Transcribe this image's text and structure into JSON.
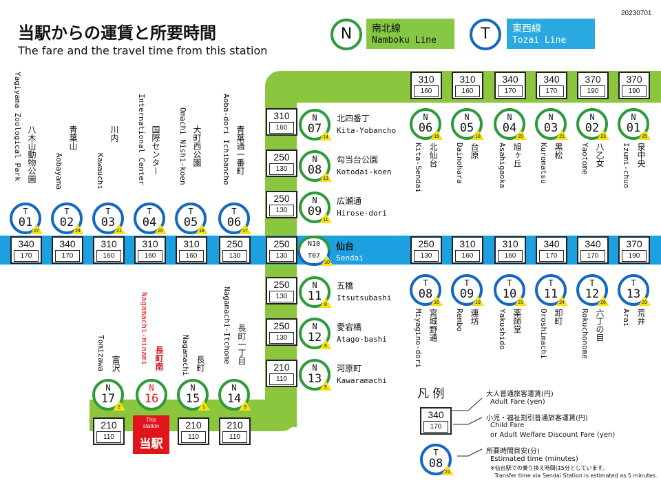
{
  "date": "20230701",
  "title_jp": "当駅からの運賃と所要時間",
  "title_en": "The fare and the travel time from this  station",
  "legend_lines": {
    "namboku": {
      "letter": "N",
      "jp": "南北線",
      "en": "Namboku Line",
      "color": "#86c845"
    },
    "tozai": {
      "letter": "T",
      "jp": "東西線",
      "en": "Tozai Line",
      "color": "#29a9e0"
    }
  },
  "colors": {
    "namboku_track": "#8cc63f",
    "namboku_ring": "#2e9a3a",
    "tozai_track": "#1ca0e0",
    "tozai_ring": "#1567c2",
    "triangle": "#f5e214",
    "current": "#e0141a"
  },
  "tozai_west": [
    {
      "code": "01",
      "jp": "八木山動物公園",
      "en": "Yagiyama Zoological Park",
      "min": "27",
      "adult": "340",
      "child": "170"
    },
    {
      "code": "02",
      "jp": "青葉山",
      "en": "Aobayama",
      "min": "24",
      "adult": "340",
      "child": "170"
    },
    {
      "code": "03",
      "jp": "川内",
      "en": "Kawauchi",
      "min": "21",
      "adult": "310",
      "child": "160"
    },
    {
      "code": "04",
      "jp": "国際センター",
      "en": "International Center",
      "min": "20",
      "adult": "310",
      "child": "160"
    },
    {
      "code": "05",
      "jp": "大町西公園",
      "en": "Omachi Nishi-koen",
      "min": "18",
      "adult": "310",
      "child": "160"
    },
    {
      "code": "06",
      "jp": "青葉通一番町",
      "en": "Aoba-dori Ichibancho",
      "min": "17",
      "adult": "250",
      "child": "130"
    }
  ],
  "tozai_east": [
    {
      "code": "08",
      "jp": "宮城野通",
      "en": "Miyagino-dori",
      "min": "16",
      "adult": "250",
      "child": "130"
    },
    {
      "code": "09",
      "jp": "連坊",
      "en": "Rembo",
      "min": "19",
      "adult": "310",
      "child": "160"
    },
    {
      "code": "10",
      "jp": "薬師堂",
      "en": "Yakushido",
      "min": "21",
      "adult": "310",
      "child": "160"
    },
    {
      "code": "11",
      "jp": "卸町",
      "en": "Oroshimachi",
      "min": "24",
      "adult": "340",
      "child": "170"
    },
    {
      "code": "12",
      "jp": "六丁の目",
      "en": "Rokuchonome",
      "min": "26",
      "adult": "340",
      "child": "170"
    },
    {
      "code": "13",
      "jp": "荒井",
      "en": "Arai",
      "min": "29",
      "adult": "370",
      "child": "190"
    }
  ],
  "namboku_north_top": [
    {
      "code": "06",
      "jp": "北仙台",
      "en": "Kita-Sendai",
      "min": "16",
      "adult": "310",
      "child": "160"
    },
    {
      "code": "05",
      "jp": "台原",
      "en": "Dainohara",
      "min": "18",
      "adult": "310",
      "child": "160"
    },
    {
      "code": "04",
      "jp": "旭ヶ丘",
      "en": "Asahigaoka",
      "min": "20",
      "adult": "340",
      "child": "170"
    },
    {
      "code": "03",
      "jp": "黒松",
      "en": "Kuromatsu",
      "min": "21",
      "adult": "340",
      "child": "170"
    },
    {
      "code": "02",
      "jp": "八乙女",
      "en": "Yaotome",
      "min": "23",
      "adult": "370",
      "child": "190"
    },
    {
      "code": "01",
      "jp": "泉中央",
      "en": "Izumi-chuo",
      "min": "25",
      "adult": "370",
      "child": "190"
    }
  ],
  "namboku_north_side": [
    {
      "code": "07",
      "jp": "北四番丁",
      "en": "Kita-Yobancho",
      "min": "14",
      "adult": "310",
      "child": "160"
    },
    {
      "code": "08",
      "jp": "勾当台公園",
      "en": "Kotodai-koen",
      "min": "13",
      "adult": "250",
      "child": "130"
    },
    {
      "code": "09",
      "jp": "広瀬通",
      "en": "Hirose-dori",
      "min": "11",
      "adult": "250",
      "child": "130"
    }
  ],
  "sendai": {
    "code_n": "N10",
    "code_t": "T07",
    "jp": "仙台",
    "en": "Sendai",
    "min": "10",
    "adult": "250",
    "child": "130"
  },
  "namboku_south_side": [
    {
      "code": "11",
      "jp": "五橋",
      "en": "Itsutsubashi",
      "min": "8",
      "adult": "250",
      "child": "130"
    },
    {
      "code": "12",
      "jp": "愛宕橋",
      "en": "Atago-bashi",
      "min": "6",
      "adult": "250",
      "child": "130"
    },
    {
      "code": "13",
      "jp": "河原町",
      "en": "Kawaramachi",
      "min": "5",
      "adult": "210",
      "child": "110"
    }
  ],
  "namboku_south_bottom": [
    {
      "code": "17",
      "jp": "富沢",
      "en": "Tomizawa",
      "min": "2",
      "adult": "210",
      "child": "110"
    },
    {
      "code": "16",
      "jp": "長町南",
      "en": "Nagamachi-minami",
      "min": "",
      "adult": "",
      "child": "",
      "current": true,
      "this_station_en": "This station",
      "this_station_jp": "当駅"
    },
    {
      "code": "15",
      "jp": "長町",
      "en": "Nagamachi",
      "min": "1",
      "adult": "210",
      "child": "110"
    },
    {
      "code": "14",
      "jp": "長町一丁目",
      "en": "Nagamachi-Itchome",
      "min": "3",
      "adult": "210",
      "child": "110"
    }
  ],
  "key": {
    "title": "凡 例",
    "adult_fare": "340",
    "child_fare": "170",
    "sample_letter": "T",
    "sample_code": "08",
    "sample_min": "21",
    "adult_jp": "大人普通旅客運賃(円)",
    "adult_en": "Adult Fare (yen)",
    "child_jp": "小児・福祉割引普通旅客運賃(円)",
    "child_en1": "Child Fare",
    "child_en2": "or Adult Welfare Discount Fare (yen)",
    "time_jp": "所要時間目安(分)",
    "time_en": "Estimated time (minutes)",
    "transfer_jp": "※仙台駅での乗り換え時間は5分としています。",
    "transfer_en": "Transfer time via Sendai Station is estimated as 5 minutes."
  }
}
